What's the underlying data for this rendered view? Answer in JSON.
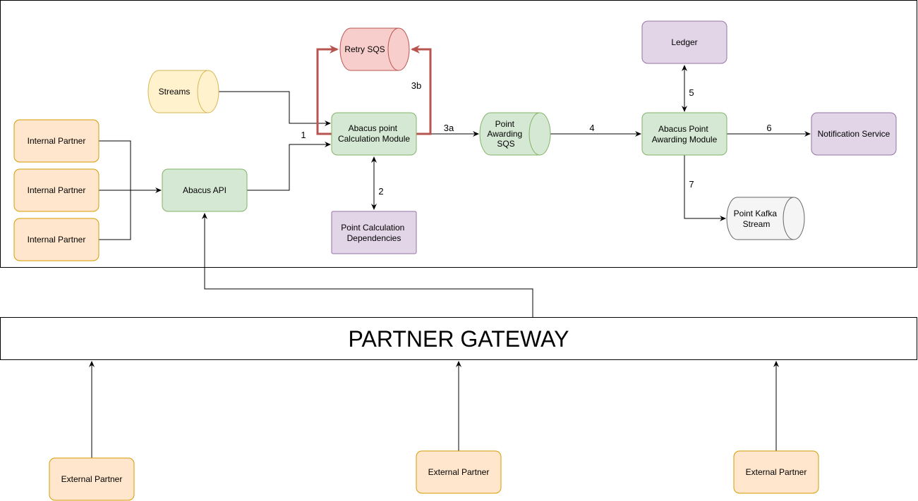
{
  "colors": {
    "partner_fill": "#ffe6cc",
    "partner_stroke": "#d79b00",
    "green_fill": "#d5e8d4",
    "green_stroke": "#82b366",
    "purple_fill": "#e1d5e7",
    "purple_stroke": "#9673a6",
    "yellow_fill": "#fff2cc",
    "yellow_stroke": "#d6b656",
    "red_fill": "#f8cecc",
    "red_stroke": "#b85450",
    "grey_fill": "#f5f5f5",
    "grey_stroke": "#666666",
    "retry_edge": "#b85450"
  },
  "nodes": {
    "internal_partner_1": [
      "Internal Partner"
    ],
    "internal_partner_2": [
      "Internal Partner"
    ],
    "internal_partner_3": [
      "Internal Partner"
    ],
    "abacus_api": [
      "Abacus API"
    ],
    "streams": [
      "Streams"
    ],
    "retry_sqs": [
      "Retry SQS"
    ],
    "calc_module": [
      "Abacus point",
      "Calculation Module"
    ],
    "calc_deps": [
      "Point Calculation",
      "Dependencies"
    ],
    "awarding_sqs": [
      "Point",
      "Awarding",
      "SQS"
    ],
    "ledger": [
      "Ledger"
    ],
    "awarding_module": [
      "Abacus Point",
      "Awarding Module"
    ],
    "notification_service": [
      "Notification Service"
    ],
    "kafka_stream": [
      "Point Kafka",
      "Stream"
    ],
    "partner_gateway": [
      "PARTNER GATEWAY"
    ],
    "external_partner_1": [
      "External Partner"
    ],
    "external_partner_2": [
      "External Partner"
    ],
    "external_partner_3": [
      "External Partner"
    ]
  },
  "edge_labels": {
    "api_to_calc": "1",
    "calc_deps": "2",
    "calc_to_awarding_sqs": "3a",
    "calc_to_retry": "3b",
    "awarding_sqs_to_module": "4",
    "module_ledger": "5",
    "module_to_notification": "6",
    "module_to_kafka": "7"
  }
}
